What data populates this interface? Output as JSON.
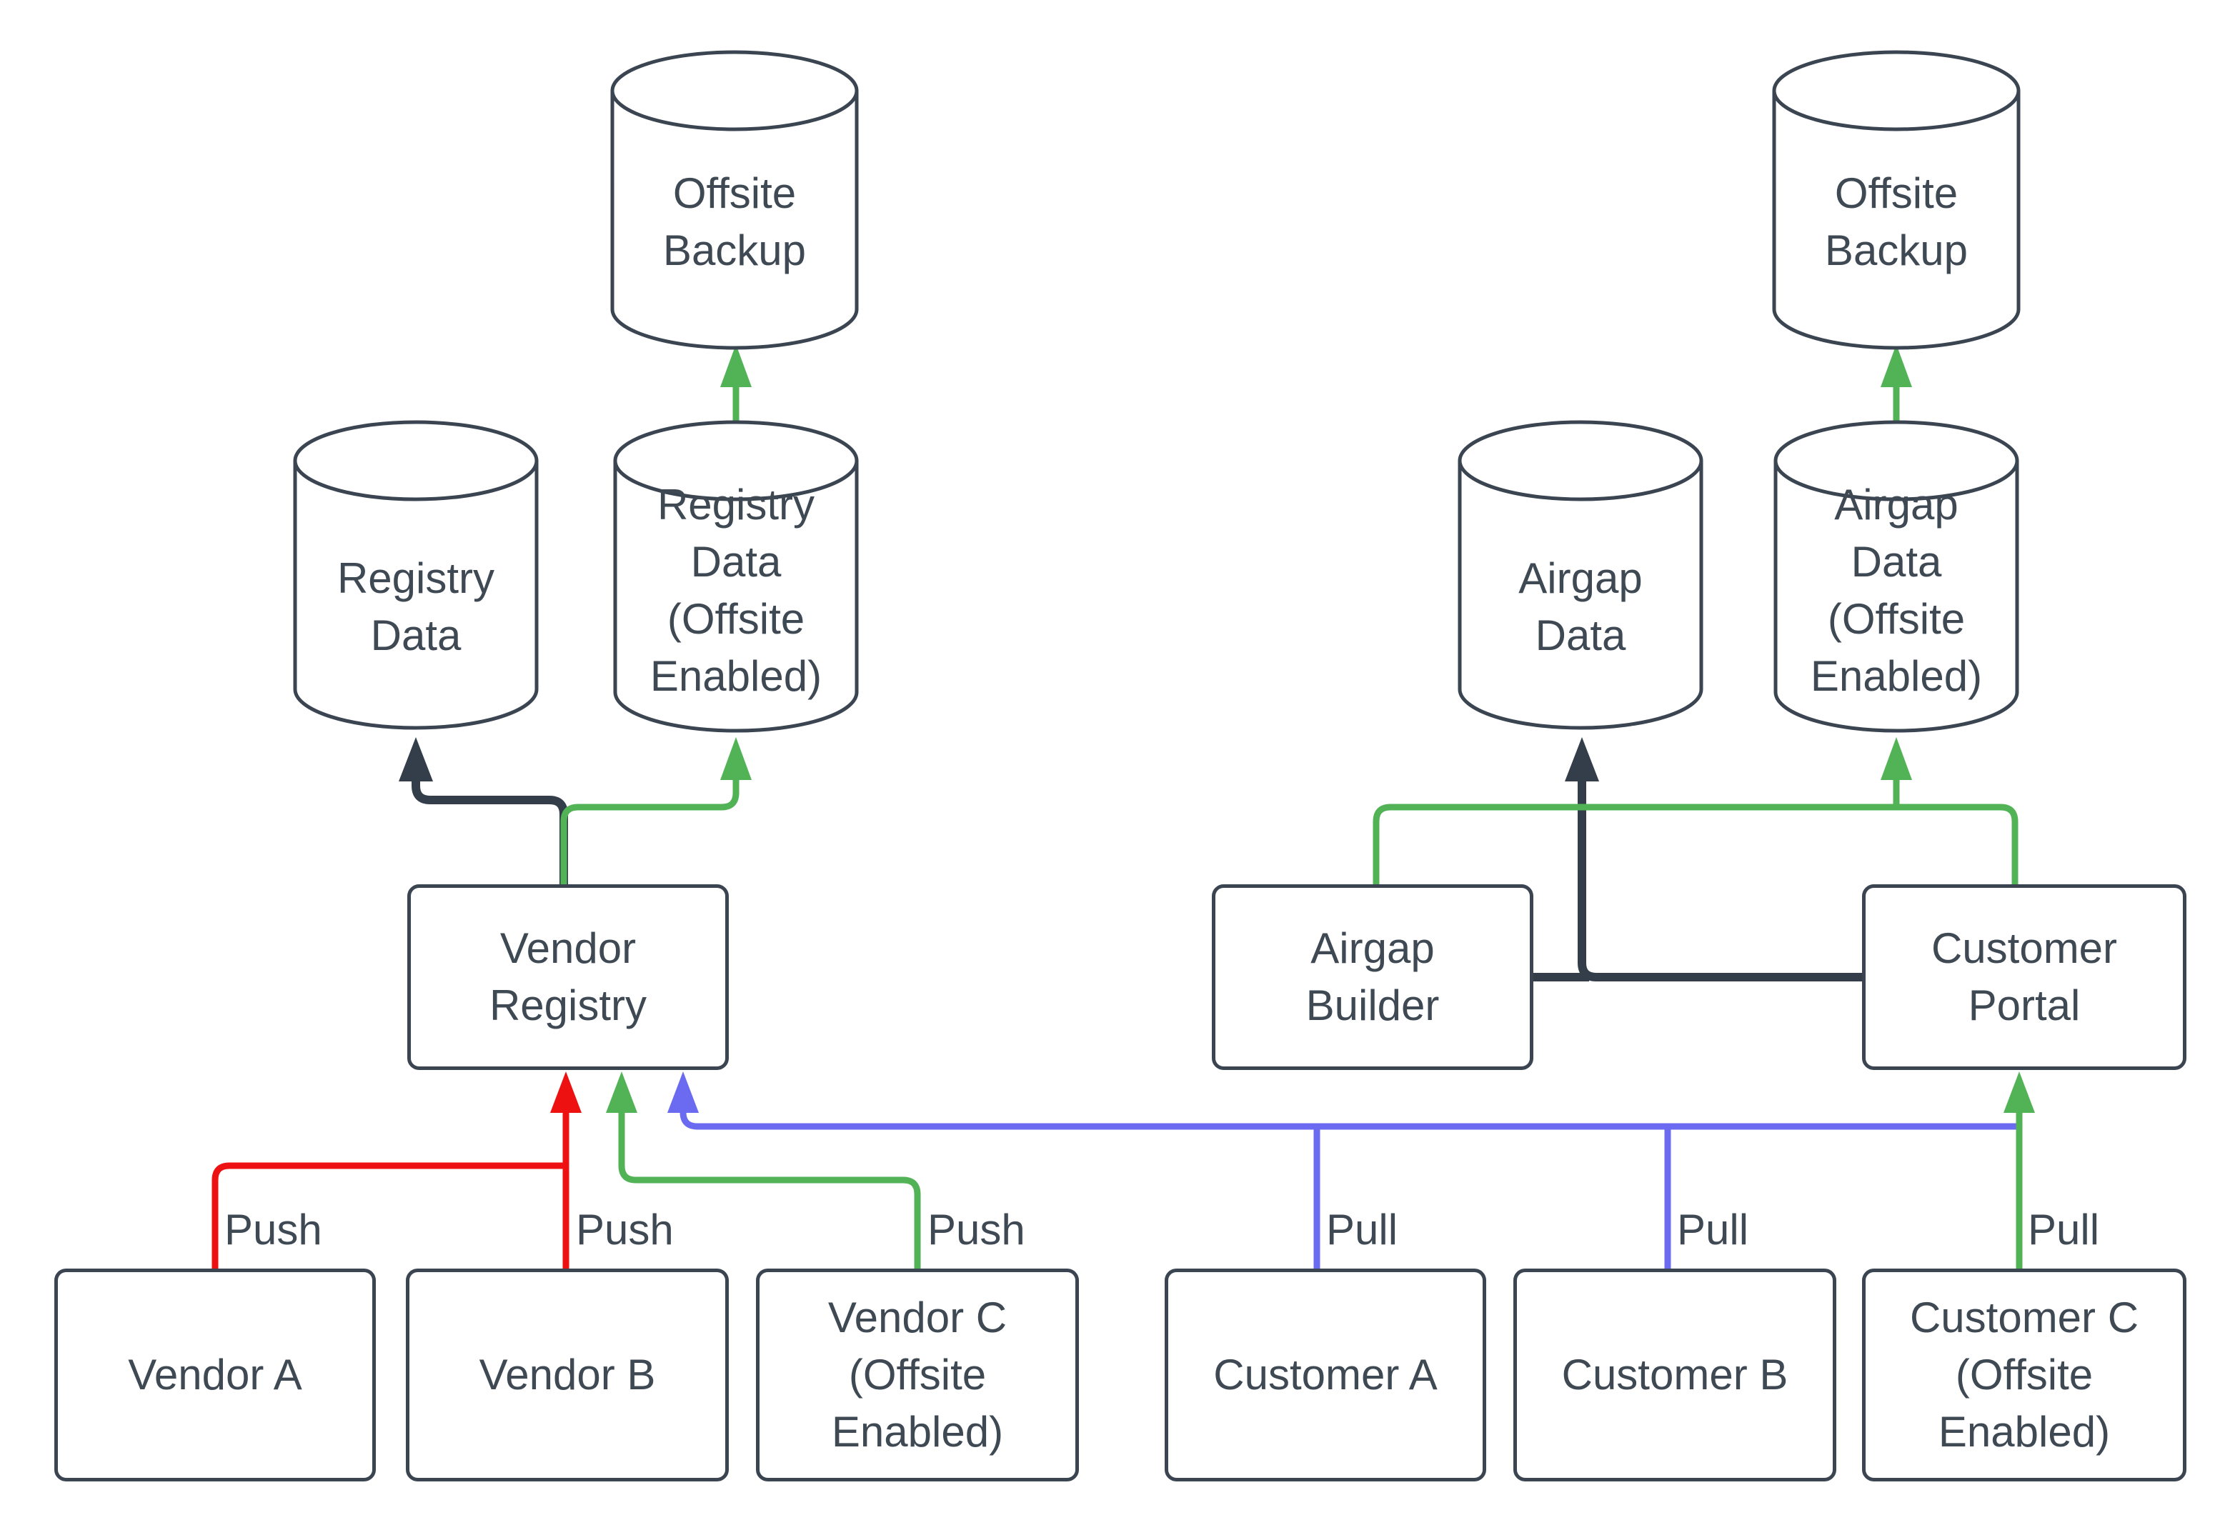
{
  "diagram_type": "flow-diagram",
  "colors": {
    "background": "#ffffff",
    "shape_stroke": "#3a4551",
    "text": "#3f4954",
    "edge_dark": "#333e4a",
    "edge_red": "#ed1111",
    "edge_green": "#52b356",
    "edge_blue": "#6b6bf2"
  },
  "nodes": {
    "offsite_backup_left": {
      "label": "Offsite\nBackup",
      "shape": "cylinder"
    },
    "registry_data": {
      "label": "Registry\nData",
      "shape": "cylinder"
    },
    "registry_data_offsite": {
      "label": "Registry\nData\n(Offsite\nEnabled)",
      "shape": "cylinder"
    },
    "vendor_registry": {
      "label": "Vendor\nRegistry",
      "shape": "rectangle"
    },
    "vendor_a": {
      "label": "Vendor A",
      "shape": "rectangle"
    },
    "vendor_b": {
      "label": "Vendor B",
      "shape": "rectangle"
    },
    "vendor_c": {
      "label": "Vendor C\n(Offsite\nEnabled)",
      "shape": "rectangle"
    },
    "offsite_backup_right": {
      "label": "Offsite\nBackup",
      "shape": "cylinder"
    },
    "airgap_data": {
      "label": "Airgap\nData",
      "shape": "cylinder"
    },
    "airgap_data_offsite": {
      "label": "Airgap\nData\n(Offsite\nEnabled)",
      "shape": "cylinder"
    },
    "airgap_builder": {
      "label": "Airgap\nBuilder",
      "shape": "rectangle"
    },
    "customer_portal": {
      "label": "Customer\nPortal",
      "shape": "rectangle"
    },
    "customer_a": {
      "label": "Customer A",
      "shape": "rectangle"
    },
    "customer_b": {
      "label": "Customer B",
      "shape": "rectangle"
    },
    "customer_c": {
      "label": "Customer C\n(Offsite\nEnabled)",
      "shape": "rectangle"
    }
  },
  "edge_labels": [
    "Push",
    "Push",
    "Push",
    "Pull",
    "Pull",
    "Pull"
  ],
  "edges": [
    {
      "from": "Vendor A",
      "to": "Vendor Registry",
      "label": "Push",
      "color": "red"
    },
    {
      "from": "Vendor B",
      "to": "Vendor Registry",
      "label": "Push",
      "color": "red"
    },
    {
      "from": "Vendor C (Offsite Enabled)",
      "to": "Vendor Registry",
      "label": "Push",
      "color": "green"
    },
    {
      "from": "Customer A",
      "to": "Vendor Registry",
      "label": "Pull",
      "color": "blue"
    },
    {
      "from": "Customer B",
      "to": "Vendor Registry",
      "label": "Pull",
      "color": "blue"
    },
    {
      "from": "Customer C (Offsite Enabled)",
      "to": "Customer Portal",
      "label": "Pull",
      "color": "green"
    },
    {
      "from": "Vendor Registry",
      "to": "Registry Data",
      "label": "",
      "color": "dark"
    },
    {
      "from": "Vendor Registry",
      "to": "Registry Data (Offsite Enabled)",
      "label": "",
      "color": "green"
    },
    {
      "from": "Registry Data (Offsite Enabled)",
      "to": "Offsite Backup",
      "label": "",
      "color": "green"
    },
    {
      "from": "Customer Portal",
      "to": "Airgap Data",
      "label": "",
      "color": "dark"
    },
    {
      "from": "Airgap Builder",
      "to": "Airgap Data",
      "label": "",
      "color": "dark"
    },
    {
      "from": "Airgap Builder",
      "to": "Airgap Data (Offsite Enabled)",
      "label": "",
      "color": "green"
    },
    {
      "from": "Customer Portal",
      "to": "Airgap Data (Offsite Enabled)",
      "label": "",
      "color": "green"
    },
    {
      "from": "Airgap Data (Offsite Enabled)",
      "to": "Offsite Backup",
      "label": "",
      "color": "green"
    }
  ]
}
